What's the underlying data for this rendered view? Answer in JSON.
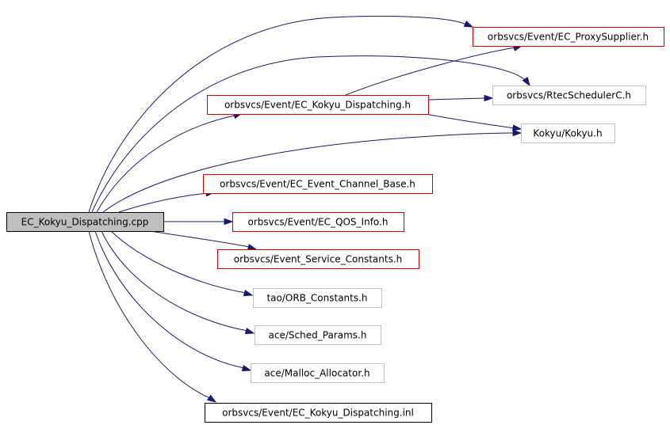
{
  "diagram": {
    "source": {
      "label": "EC_Kokyu_Dispatching.cpp",
      "fill_color": "#bfbfbf",
      "border_color": "#000000"
    },
    "nodes": [
      {
        "id": "proxy_supplier",
        "label": "orbsvcs/Event/EC_ProxySupplier.h",
        "border_color": "#cc0000"
      },
      {
        "id": "rtec_scheduler",
        "label": "orbsvcs/RtecSchedulerC.h",
        "border_color": "#bfbfbf"
      },
      {
        "id": "kokyu_dispatching_h",
        "label": "orbsvcs/Event/EC_Kokyu_Dispatching.h",
        "border_color": "#cc0000"
      },
      {
        "id": "kokyu_h",
        "label": "Kokyu/Kokyu.h",
        "border_color": "#bfbfbf"
      },
      {
        "id": "channel_base",
        "label": "orbsvcs/Event/EC_Event_Channel_Base.h",
        "border_color": "#cc0000"
      },
      {
        "id": "qos_info",
        "label": "orbsvcs/Event/EC_QOS_Info.h",
        "border_color": "#cc0000"
      },
      {
        "id": "service_constants",
        "label": "orbsvcs/Event_Service_Constants.h",
        "border_color": "#cc0000"
      },
      {
        "id": "orb_constants",
        "label": "tao/ORB_Constants.h",
        "border_color": "#bfbfbf"
      },
      {
        "id": "sched_params",
        "label": "ace/Sched_Params.h",
        "border_color": "#bfbfbf"
      },
      {
        "id": "malloc_allocator",
        "label": "ace/Malloc_Allocator.h",
        "border_color": "#bfbfbf"
      },
      {
        "id": "kokyu_dispatching_inl",
        "label": "orbsvcs/Event/EC_Kokyu_Dispatching.inl",
        "border_color": "#000000"
      }
    ],
    "edges": [
      {
        "from": "source",
        "to": "proxy_supplier"
      },
      {
        "from": "source",
        "to": "rtec_scheduler"
      },
      {
        "from": "source",
        "to": "kokyu_dispatching_h"
      },
      {
        "from": "source",
        "to": "kokyu_h"
      },
      {
        "from": "source",
        "to": "channel_base"
      },
      {
        "from": "source",
        "to": "qos_info"
      },
      {
        "from": "source",
        "to": "service_constants"
      },
      {
        "from": "source",
        "to": "orb_constants"
      },
      {
        "from": "source",
        "to": "sched_params"
      },
      {
        "from": "source",
        "to": "malloc_allocator"
      },
      {
        "from": "source",
        "to": "kokyu_dispatching_inl"
      },
      {
        "from": "kokyu_dispatching_h",
        "to": "proxy_supplier"
      },
      {
        "from": "kokyu_dispatching_h",
        "to": "rtec_scheduler"
      },
      {
        "from": "kokyu_dispatching_h",
        "to": "kokyu_h"
      }
    ],
    "edge_color": "#191970"
  }
}
